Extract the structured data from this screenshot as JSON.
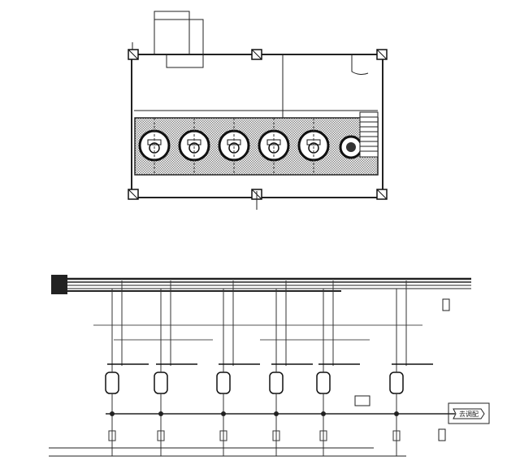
{
  "floor_plan": {
    "tank_count": 5,
    "small_tank_count": 1,
    "stair_steps": 9
  },
  "process_flow": {
    "vessel_count": 6,
    "destination_label": "去调配"
  }
}
